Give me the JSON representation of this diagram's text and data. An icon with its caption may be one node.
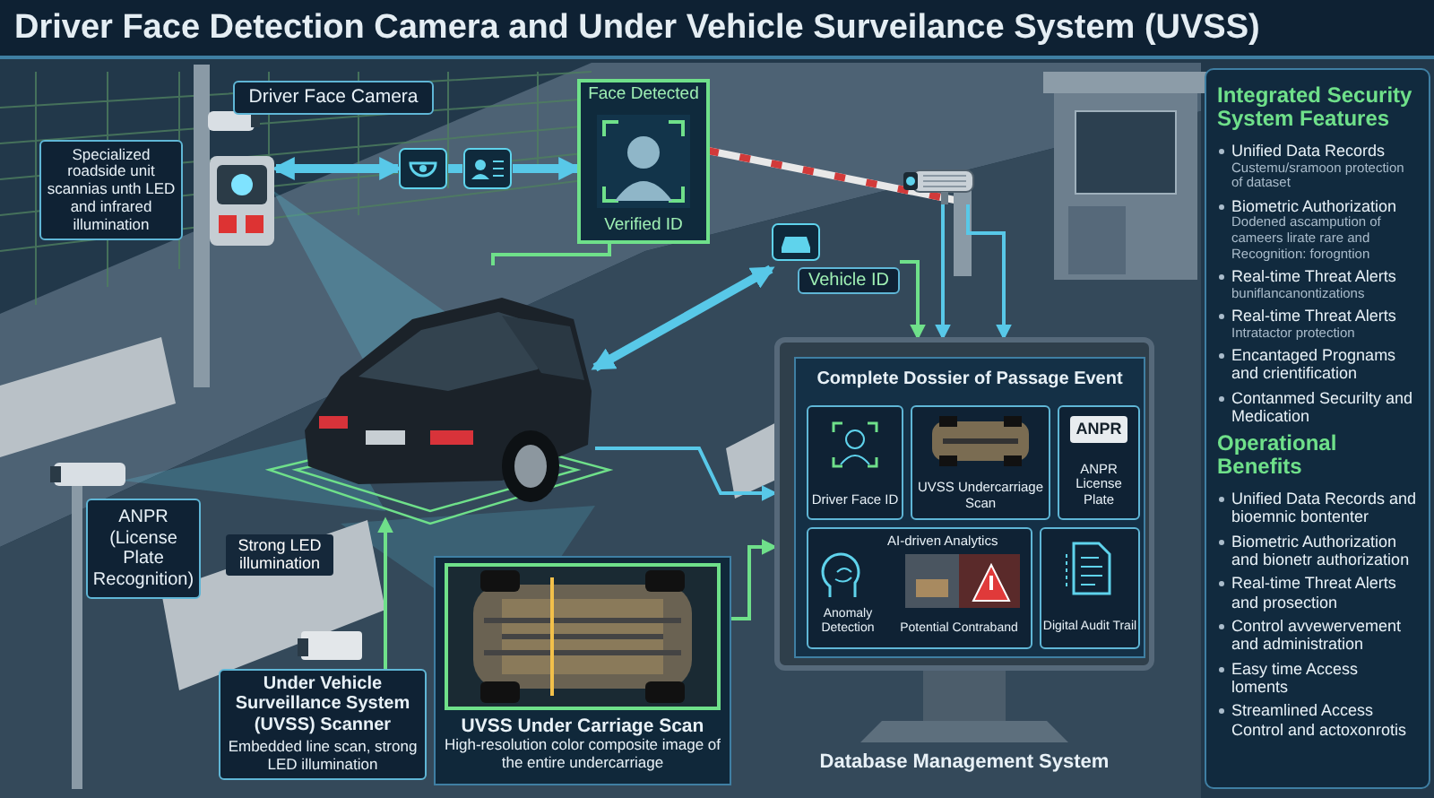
{
  "diagram": {
    "title": "Driver Face Detection Camera and Under Vehicle Surveilance System (UVSS)",
    "nodes": [
      {
        "text": [
          "Driver Face Camera"
        ]
      },
      {
        "text": [
          "Specialized roadside unit scannias unth LED and infrared illumination"
        ]
      },
      {
        "text": [],
        "shape": "picture"
      },
      {
        "text": [],
        "shape": "picture"
      },
      {
        "text": [],
        "shape": "picture"
      },
      {
        "text": [
          "Face Detected",
          "Verified ID"
        ]
      },
      {
        "text": [],
        "shape": "picture"
      },
      {
        "text": [
          "Vehicle ID"
        ]
      },
      {
        "text": [],
        "shape": "picture"
      },
      {
        "text": [
          "ANPR (License Plate Recognition)"
        ]
      },
      {
        "text": [
          "Under Vehicle Surveillance System (UVSS) Scanner",
          "Embedded line scan, strong LED illumination"
        ]
      },
      {
        "text": [
          "UVSS Under Carriage Scan",
          "High-resolution color composite image of the entire undercarriage"
        ]
      },
      {
        "text": [
          "Database Management System"
        ]
      },
      {
        "text": [
          "Complete Dossier of Passage Event"
        ],
        "in": 12
      },
      {
        "text": [
          "Driver Face ID"
        ],
        "in": 13
      },
      {
        "text": [
          "UVSS Undercarriage Scan"
        ],
        "in": 13
      },
      {
        "text": [
          "ANPR",
          "ANPR License Plate"
        ],
        "in": 13
      },
      {
        "text": [
          "AI-driven Analytics",
          "Anomaly Detection",
          "Potential Contraband"
        ],
        "in": 13
      },
      {
        "text": [
          "Digital Audit Trail"
        ],
        "in": 13
      },
      {
        "text": [
          "Integrated Security System Features",
          "Unified Data Records",
          "Custemu/sramoon protection of dataset",
          "Biometric Authorization",
          "Dodened ascampution of cameers lirate rare and Recognition: forogntion",
          "Real-time Threat Alerts",
          "buniflancanontizations",
          "Real-time Threat Alerts",
          "Intratactor protection",
          "Encantaged Prognams and crientification",
          "Contanmed Securilty and Medication",
          "Operational Benefits",
          "Unified Data Records and bioemnic bontenter",
          "Biometric Authorization and bionetr authorization",
          "Real-time Threat Alerts and prosection",
          "Control avvewervement and administration",
          "Easy time Access loments",
          "Streamlined Access Control and actoxonrotis"
        ]
      }
    ],
    "edges": [
      {
        "from": 2,
        "to": 3,
        "arrow": "both",
        "style": "thick"
      },
      {
        "from": 3,
        "to": 4,
        "arrow": "none",
        "style": "thick"
      },
      {
        "from": 4,
        "to": 5,
        "arrow": "to",
        "style": "thick"
      },
      {
        "from": 5,
        "to": 6,
        "arrow": "none",
        "color": "#6fe08a"
      },
      {
        "from": 7,
        "to": 6,
        "arrow": "both",
        "style": "thick"
      },
      {
        "from": 7,
        "to": 12,
        "arrow": "to",
        "color": "#6fe08a"
      },
      {
        "from": 8,
        "to": 12,
        "arrow": "to"
      },
      {
        "from": 8,
        "to": 12,
        "arrow": "to"
      },
      {
        "from": 6,
        "to": 12,
        "arrow": "to"
      },
      {
        "from": 11,
        "to": 12,
        "arrow": "to",
        "color": "#6fe08a"
      },
      {
        "from": 10,
        "to": 6,
        "arrow": "to",
        "color": "#6fe08a"
      }
    ],
    "labels": [
      "Strong LED illumination"
    ]
  }
}
